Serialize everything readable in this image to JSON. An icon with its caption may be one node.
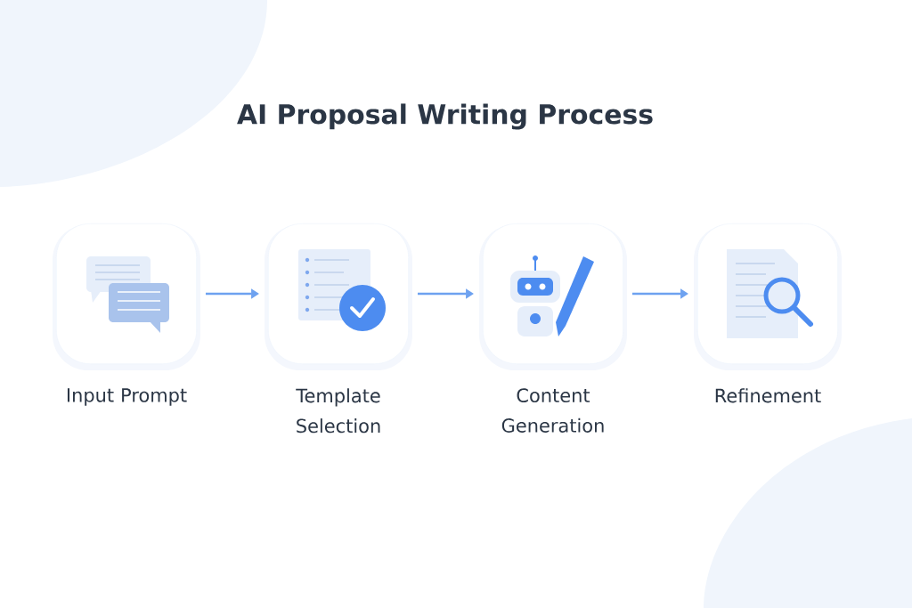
{
  "diagram": {
    "title": "AI Proposal Writing Process",
    "nodes": [
      {
        "text": [
          "Input Prompt"
        ]
      },
      {
        "text": [
          "Template Selection"
        ]
      },
      {
        "text": [
          "Content Generation"
        ]
      },
      {
        "text": [
          "Refinement"
        ]
      }
    ],
    "edges": [
      {
        "from": 0,
        "to": 1,
        "arrow": "to"
      },
      {
        "from": 1,
        "to": 2,
        "arrow": "to"
      },
      {
        "from": 2,
        "to": 3,
        "arrow": "to"
      }
    ]
  }
}
